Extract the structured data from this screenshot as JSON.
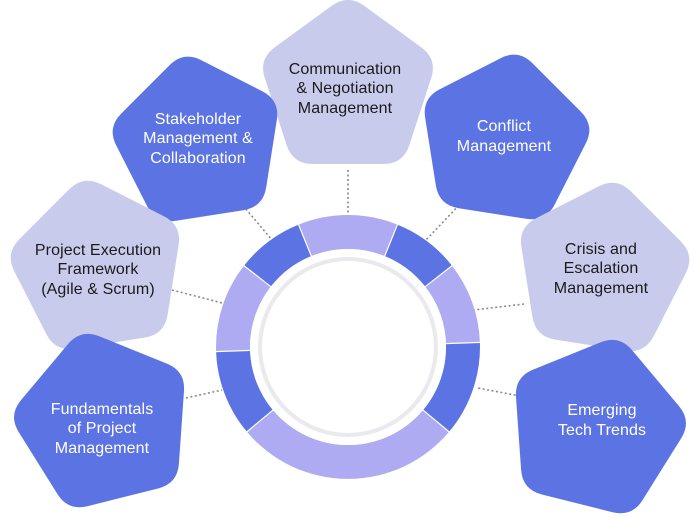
{
  "colors": {
    "dark": "#5c74e3",
    "light": "#c9cbec",
    "ring_segment_light": "#aeabf2",
    "ring_segment_dark": "#5c74e3",
    "ring_inner": "#e9e9ee",
    "connector": "#8a8a8a"
  },
  "nodes": [
    {
      "id": "communication",
      "shade": "light",
      "lines": [
        "Communication",
        "& Negotiation",
        "Management"
      ]
    },
    {
      "id": "stakeholder",
      "shade": "dark",
      "lines": [
        "Stakeholder",
        "Management &",
        "Collaboration"
      ]
    },
    {
      "id": "conflict",
      "shade": "dark",
      "lines": [
        "Conflict",
        "Management"
      ]
    },
    {
      "id": "execution",
      "shade": "light",
      "lines": [
        "Project Execution",
        "Framework",
        "(Agile & Scrum)"
      ]
    },
    {
      "id": "crisis",
      "shade": "light",
      "lines": [
        "Crisis and",
        "Escalation",
        "Management"
      ]
    },
    {
      "id": "fundamentals",
      "shade": "dark",
      "lines": [
        "Fundamentals",
        "of Project",
        "Management"
      ]
    },
    {
      "id": "emerging",
      "shade": "dark",
      "lines": [
        "Emerging",
        "Tech Trends"
      ]
    }
  ]
}
